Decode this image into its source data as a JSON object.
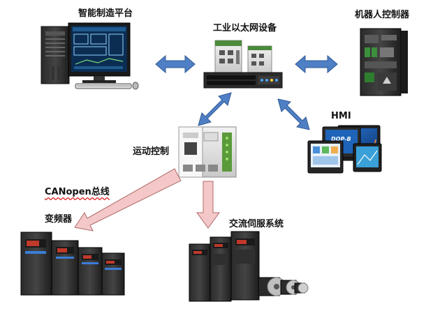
{
  "nodes": {
    "platform": {
      "label": "智能制造平台",
      "icon": "desktop-computer"
    },
    "switch": {
      "label": "工业以太网设备",
      "icon": "ethernet-switch"
    },
    "robot": {
      "label": "机器人控制器",
      "icon": "robot-controller"
    },
    "hmi": {
      "label": "HMI",
      "icon": "touch-panel"
    },
    "motion": {
      "label": "运动控制",
      "icon": "motion-controller"
    },
    "vfd": {
      "label": "变频器",
      "icon": "frequency-inverter"
    },
    "servo": {
      "label": "交流伺服系统",
      "icon": "servo-drive-motor"
    }
  },
  "bus": {
    "label": "CANopen总线"
  },
  "screen_texts": {
    "hmi_brand": "DOP-B"
  },
  "colors": {
    "ethernet_arrow_fill": "#4f7fc4",
    "ethernet_arrow_stroke": "#2f5a96",
    "bus_arrow_fill": "#f4c8c8",
    "bus_arrow_stroke": "#b06868"
  }
}
